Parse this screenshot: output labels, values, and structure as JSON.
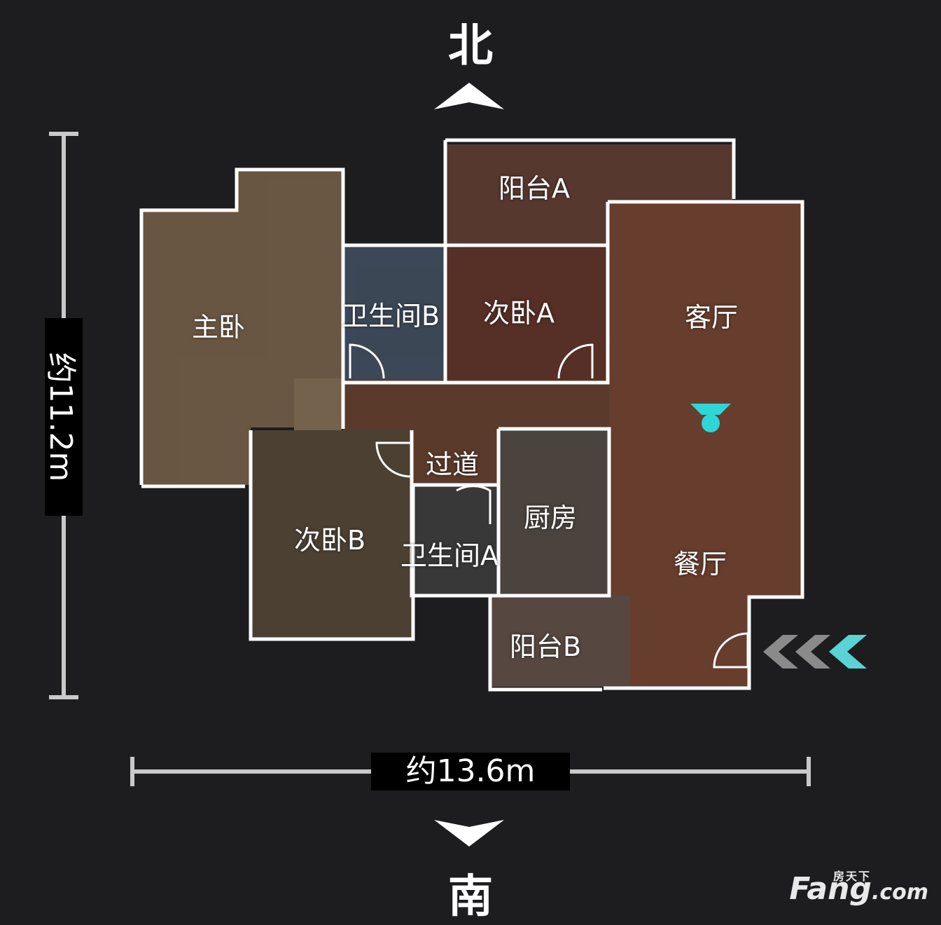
{
  "compass": {
    "north": "北",
    "south": "南"
  },
  "dimensions": {
    "width": "约13.6m",
    "height": "约11.2m"
  },
  "rooms": {
    "balcony_a": "阳台A",
    "master_bedroom": "主卧",
    "bathroom_b": "卫生间B",
    "bedroom_a": "次卧A",
    "living_room": "客厅",
    "corridor": "过道",
    "kitchen": "厨房",
    "bedroom_b": "次卧B",
    "bathroom_a": "卫生间A",
    "dining_room": "餐厅",
    "balcony_b": "阳台B"
  },
  "logo": {
    "chinese": "房天下",
    "brand": "Fang",
    "suffix": ".com"
  },
  "colors": {
    "background": "#1d1d1f",
    "wall": "#ffffff",
    "floor_wood": "#6b3f2e",
    "floor_tan": "#6e5a45",
    "position_marker": "#2ed6d8",
    "entry_arrows_grey": "#8a8a8a",
    "entry_arrow_accent": "#59d3d3"
  }
}
